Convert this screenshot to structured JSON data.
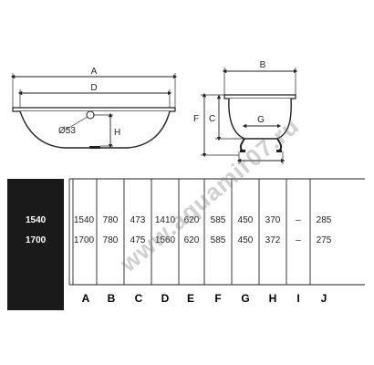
{
  "diagram": {
    "labels": {
      "A": "A",
      "D": "D",
      "phi": "Ø53",
      "H": "H",
      "B": "B",
      "F": "F",
      "C": "C",
      "G": "G"
    }
  },
  "table": {
    "columns": [
      "A",
      "B",
      "C",
      "D",
      "E",
      "F",
      "G",
      "H",
      "I",
      "J"
    ],
    "rows": [
      {
        "model": "1540",
        "values": [
          "1540",
          "780",
          "473",
          "1410",
          "620",
          "585",
          "450",
          "370",
          "–",
          "285"
        ]
      },
      {
        "model": "1700",
        "values": [
          "1700",
          "780",
          "475",
          "1560",
          "620",
          "585",
          "450",
          "372",
          "–",
          "275"
        ]
      }
    ]
  },
  "watermark": "www.aquamir07.ru"
}
